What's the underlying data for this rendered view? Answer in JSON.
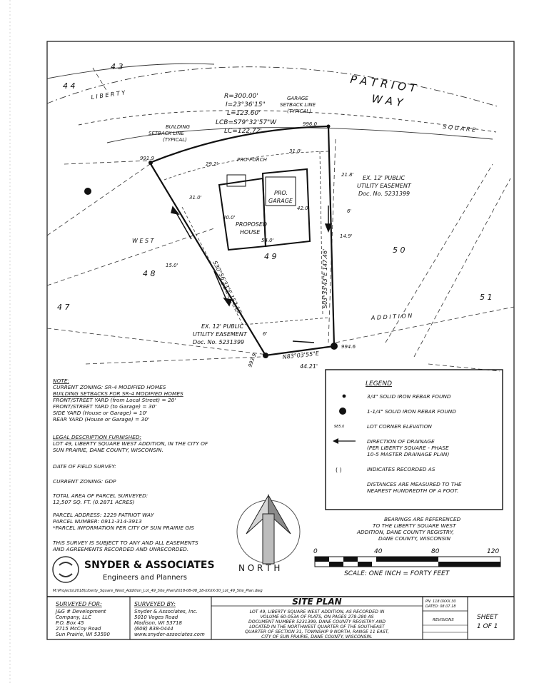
{
  "lots": {
    "l43": "4 3",
    "l44": "4 4",
    "l47": "4 7",
    "l48": "4 8",
    "l49": "4 9",
    "l50": "5 0",
    "l51": "5 1"
  },
  "streets": {
    "patriot": "P A T R I O T",
    "way": "W A Y",
    "liberty": "L I B E R T Y",
    "square": "S Q U A R E",
    "west": "W E S T",
    "addition": "A D D I T I O N"
  },
  "curve": [
    "R=300.00'",
    "I=23°36'15\"",
    "L=123.60'",
    "LCB=S79°32'57\"W",
    "LC=122.72'"
  ],
  "labels": {
    "garage_setback": [
      "GARAGE",
      "SETBACK LINE",
      "(TYPICAL)"
    ],
    "building_setback": [
      "BUILDING",
      "SETBACK LINE",
      "(TYPICAL)"
    ],
    "pro_porch": "PRO-PORCH",
    "pro_garage": [
      "PRO.",
      "GARAGE"
    ],
    "proposed_house": [
      "PROPOSED",
      "HOUSE"
    ],
    "easement_top": [
      "EX. 12' PUBLIC",
      "UTILITY EASEMENT",
      "Doc. No. 5231399"
    ],
    "easement_bottom": [
      "EX. 12' PUBLIC",
      "UTILITY EASEMENT",
      "Doc. No. 5231399"
    ],
    "north": "N O R T H"
  },
  "dims": {
    "elev_996": "996.0",
    "elev_991": "991.9",
    "elev_994": "994.6",
    "elev_993": "993.9",
    "d31a": "31.0'",
    "d29": "29.2'",
    "d31b": "31.0'",
    "d21": "21.8'",
    "d6a": "6'",
    "d14": "14.9'",
    "d40": "40.0'",
    "d42": "42.0",
    "d54": "54.0'",
    "d15": "15.0'",
    "d6b": "6'",
    "bearing_left": "S30°56'33\"E  152.15'",
    "bearing_right": "S03°33'43\"E  147.46'",
    "bearing_bottom": "N83°03'55\"E",
    "dist_bottom": "44.21'"
  },
  "notes": {
    "heading": "NOTE:",
    "lines": [
      "CURRENT ZONING: SR-4 MODIFIED HOMES",
      "BUILDING SETBACKS FOR SR-4 MODIFIED HOMES",
      "FRONT/STREET YARD (from Local Street) = 20'",
      "FRONT/STREET YARD (to Garage) = 30'",
      "SIDE YARD (House or Garage) = 10'",
      "REAR YARD (House or Garage) = 30'"
    ],
    "legal_heading": "LEGAL DESCRIPTION FURNISHED:",
    "legal_lines": [
      "LOT 49, LIBERTY SQUARE WEST ADDITION, IN THE CITY OF",
      "SUN PRAIRIE, DANE COUNTY, WISCONSIN."
    ],
    "survey_date": "DATE OF FIELD SURVEY:",
    "zoning": "CURRENT ZONING: GDP",
    "area_lines": [
      "TOTAL AREA OF PARCEL SURVEYED:",
      "12,507 SQ. FT. (0.2871 ACRES)"
    ],
    "parcel_lines": [
      "PARCEL ADDRESS: 1229 PATRIOT WAY",
      "PARCEL NUMBER: 0911-314-3913",
      "*PARCEL INFORMATION PER CITY OF SUN PRAIRIE GIS"
    ],
    "subject_lines": [
      "THIS SURVEY IS SUBJECT TO ANY AND ALL EASEMENTS",
      "AND AGREEMENTS RECORDED AND UNRECORDED."
    ]
  },
  "legend": {
    "title": "LEGEND",
    "items": [
      "3/4\" SOLID IRON REBAR FOUND",
      "1-1/4\" SOLID IRON REBAR FOUND",
      "LOT CORNER ELEVATION",
      "DIRECTION OF DRAINAGE",
      "(PER LIBERTY SQUARE - PHASE",
      "10-5 MASTER DRAINAGE PLAN)",
      "INDICATES RECORDED AS",
      "DISTANCES ARE MEASURED TO THE",
      "NEAREST HUNDREDTH OF A FOOT."
    ],
    "elev_sample": "985.0",
    "paren_sample": "(  )"
  },
  "bearings": [
    "BEARINGS ARE REFERENCED",
    "TO THE LIBERTY SQUARE WEST",
    "ADDITION, DANE COUNTY REGISTRY,",
    "DANE COUNTY, WISCONSIN"
  ],
  "scale": {
    "ticks": [
      "0",
      "40",
      "80",
      "120"
    ],
    "text": "SCALE: ONE INCH = FORTY FEET"
  },
  "company": {
    "name": "SNYDER & ASSOCIATES",
    "sub": "Engineers and Planners"
  },
  "filepath": "M:\\Projects\\2018\\Liberty_Square_West_Addition_Lot_49_Site_Plan\\2018-08-08_18-XXXX-30_Lot_49_Site_Plan.dwg",
  "titleblock": {
    "surveyed_for_head": "SURVEYED FOR:",
    "surveyed_for": [
      "J&G # Development",
      "Company, LLC",
      "P.O. Box 45",
      "2715 McCoy Road",
      "Sun Prairie, WI 53590"
    ],
    "surveyed_by_head": "SURVEYED BY:",
    "surveyed_by": [
      "Snyder & Associates, Inc.",
      "5010 Voges Road",
      "Madison, WI 53718",
      "(608) 838-0444",
      "www.snyder-associates.com"
    ],
    "title": "SITE PLAN",
    "desc": [
      "LOT 49, LIBERTY SQUARE WEST ADDITION, AS RECORDED IN",
      "VOLUME 60-053A OF PLATS, ON PAGES 278-280 AS",
      "DOCUMENT NUMBER 5231399, DANE COUNTY REGISTRY AND",
      "LOCATED IN THE NORTHWEST QUARTER OF THE SOUTHEAST",
      "QUARTER OF SECTION 31, TOWNSHIP 9 NORTH, RANGE 11 EAST,",
      "CITY OF SUN PRAIRIE, DANE COUNTY, WISCONSIN."
    ],
    "project_no": "PN: 118.0XXX.30",
    "date": "DATED: 08.07.18",
    "revisions": "REVISIONS",
    "sheet_label": "SHEET",
    "sheet_value": "1 OF 1"
  }
}
